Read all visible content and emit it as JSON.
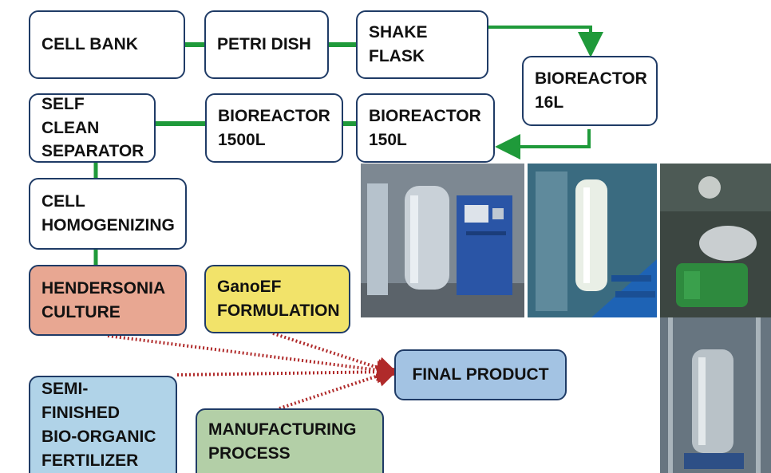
{
  "boxes": {
    "cell_bank": "CELL BANK",
    "petri_dish": "PETRI DISH",
    "shake_flask": "SHAKE FLASK",
    "bioreactor_16l": "BIOREACTOR\n16L",
    "self_clean_separator": "SELF CLEAN\nSEPARATOR",
    "bioreactor_1500l": "BIOREACTOR\n1500L",
    "bioreactor_150l": "BIOREACTOR\n150L",
    "cell_homogenizing": "CELL\nHOMOGENIZING",
    "hendersonia_culture": "HENDERSONIA\nCULTURE",
    "ganoef_formulation": "GanoEF\nFORMULATION",
    "final_product": "FINAL PRODUCT",
    "semi_finished_fertilizer": "SEMI-FINISHED\nBIO-ORGANIC\nFERTILIZER",
    "manufacturing_process": "MANUFACTURING\nPROCESS"
  },
  "colors": {
    "box_border": "#1f3b66",
    "flow_green": "#1f9a3a",
    "merge_red": "#b02a2a",
    "hendersonia_fill": "#e8a792",
    "ganoef_fill": "#f2e36a",
    "final_product_fill": "#a3c3e3",
    "semi_finished_fill": "#b0d3e8",
    "manufacturing_fill": "#b3cfa7"
  },
  "photos": [
    "bioreactor-photo",
    "separator-photo",
    "homogenizer-photo",
    "fermenter-photo"
  ]
}
